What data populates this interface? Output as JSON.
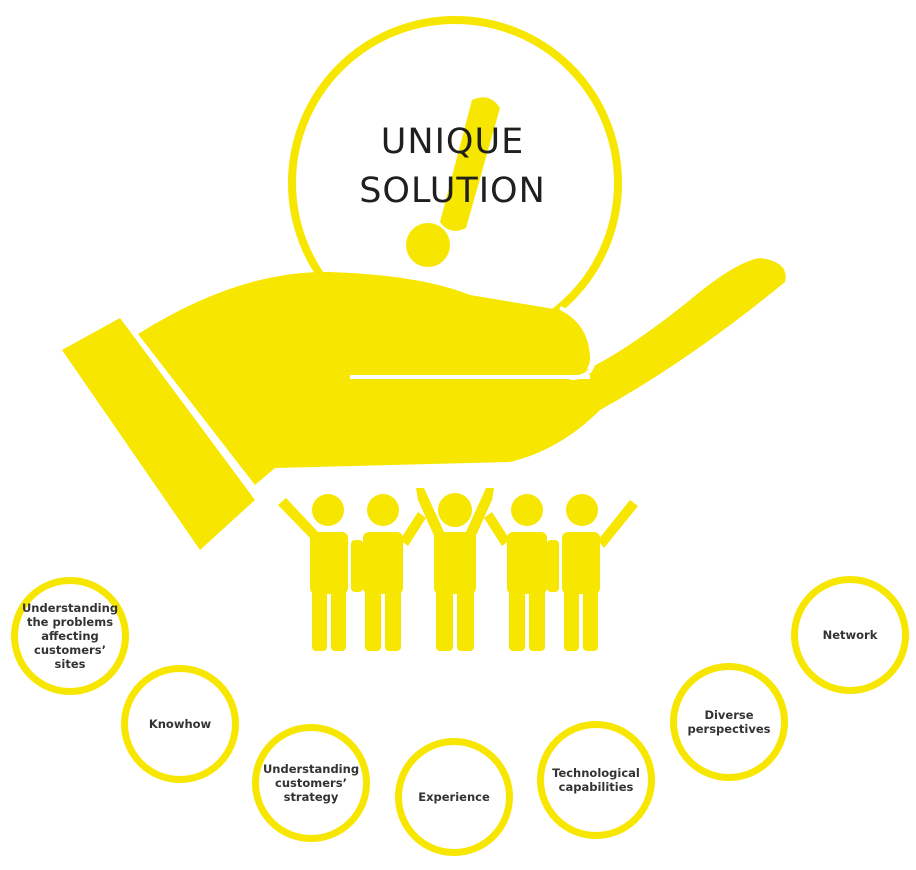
{
  "headline": {
    "line1": "UNIQUE",
    "line2": "SOLUTION"
  },
  "colors": {
    "accent": "#f7e600",
    "text": "#333333",
    "background": "#ffffff"
  },
  "icons": [
    "hand-icon",
    "exclamation-icon",
    "people-group-icon"
  ],
  "factors": [
    {
      "label": "Understanding the problems affecting customers’ sites"
    },
    {
      "label": "Knowhow"
    },
    {
      "label": "Understanding customers’ strategy"
    },
    {
      "label": "Experience"
    },
    {
      "label": "Technological capabilities"
    },
    {
      "label": "Diverse perspectives"
    },
    {
      "label": "Network"
    }
  ]
}
